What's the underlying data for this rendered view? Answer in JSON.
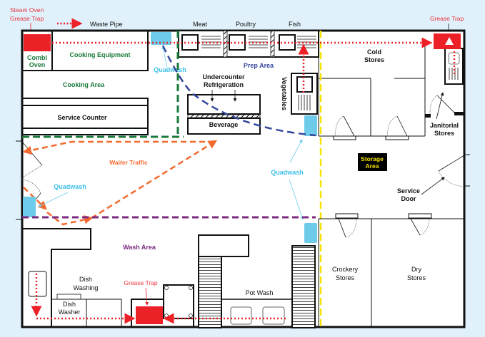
{
  "legend": {
    "steam_oven_line1": "Steam Oven",
    "steam_oven_line2": "Grease Trap",
    "waste_pipe": "Waste Pipe",
    "grease_trap_top": "Grease Trap",
    "grease_trap_bottom": "Grease Trap"
  },
  "labels": {
    "meat": "Meat",
    "poultry": "Poultry",
    "fish": "Fish",
    "combi_line1": "Combi",
    "combi_line2": "Oven",
    "cooking_equipment": "Cooking Equipment",
    "cooking_area": "Cooking Area",
    "service_counter": "Service Counter",
    "prep_area": "Prep Area",
    "undercounter_line1": "Undercounter",
    "undercounter_line2": "Refrigeration",
    "beverage": "Beverage",
    "vegetables": "Vegetables",
    "cold_line1": "Cold",
    "cold_line2": "Stores",
    "janitorial_line1": "Janitorial",
    "janitorial_line2": "Stores",
    "storage_line1": "Storage",
    "storage_line2": "Area",
    "service_door_line1": "Service",
    "service_door_line2": "Door",
    "waiter_traffic": "Waiter Traffic",
    "quadwash_top": "Quadwash",
    "quadwash_left": "Quadwash",
    "quadwash_mid": "Quadwash",
    "wash_area": "Wash Area",
    "dish_washing_line1": "Dish",
    "dish_washing_line2": "Washing",
    "dish_washer_line1": "Dish",
    "dish_washer_line2": "Washer",
    "pot_wash": "Pot Wash",
    "crockery_line1": "Crockery",
    "crockery_line2": "Stores",
    "dry_line1": "Dry",
    "dry_line2": "Stores"
  },
  "colors": {
    "background": "#e0f1fb",
    "grease_trap": "#ec2027",
    "quadwash": "#6fcbea",
    "cooking_zone": "#1a7a3c",
    "prep_route": "#34479a",
    "waiter_route": "#f26a2e",
    "wash_zone": "#7b2a7f",
    "storage_boundary": "#f5e400"
  }
}
